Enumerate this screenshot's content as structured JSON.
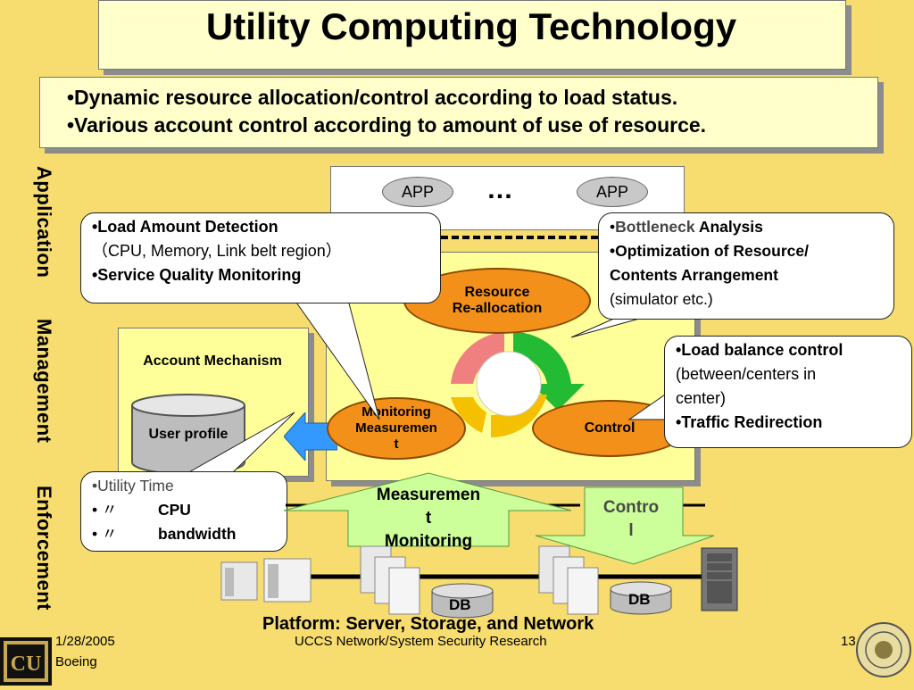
{
  "title": "Utility Computing Technology",
  "top_bullets": [
    "•Dynamic resource allocation/control according to load status.",
    "•Various account control according to amount of use of resource."
  ],
  "side_labels": {
    "application": "Application",
    "management": "Management",
    "enforcement": "Enforcement"
  },
  "app": {
    "left_label": "APP",
    "dots": "…",
    "right_label": "APP"
  },
  "ovals": {
    "resource_line1": "Resource",
    "resource_line2": "Re-allocation",
    "monitoring_line1": "Monitoring",
    "monitoring_line2": "Measuremen",
    "monitoring_line3": "t",
    "control": "Control"
  },
  "account": {
    "mechanism": "Account Mechanism",
    "user_profile": "User profile"
  },
  "callouts": {
    "load": {
      "line1": "•Load Amount Detection",
      "line2": "（CPU, Memory, Link belt region）",
      "line3": "•Service Quality Monitoring"
    },
    "bottleneck": {
      "line1_a": "•",
      "line1_b": "Bottleneck",
      "line1_c": " Analysis",
      "line2": "•Optimization of Resource/",
      "line3": "Contents Arrangement",
      "line4": "(simulator etc.)"
    },
    "balance": {
      "line1": "•Load balance control",
      "line2": "(between/centers in",
      "line3": "center)",
      "line4": "•Traffic Redirection"
    },
    "utility": {
      "line1": "•Utility Time",
      "line2_mark": "• 〃",
      "line2_text": "CPU",
      "line3_mark": "• 〃",
      "line3_text": "bandwidth"
    }
  },
  "arrows": {
    "measure_line1": "Measuremen",
    "measure_line2": "t",
    "measure_line3": "Monitoring",
    "control_line1": "Contro",
    "control_line2": "l"
  },
  "db": {
    "left": "DB",
    "right": "DB"
  },
  "platform": "Platform: Server,  Storage,  and Network",
  "footer": {
    "date": "1/28/2005",
    "org": "Boeing",
    "center": "UCCS Network/System Security Research",
    "page": "13"
  },
  "colors": {
    "background": "#f7dc6f",
    "panel_yellow": "#ffff99",
    "oval_orange": "#f39019",
    "arrow_green": "#ccff99",
    "cycle_red": "#f08080",
    "cycle_green": "#22bb33",
    "cycle_yellow": "#f5c000",
    "cycle_blue": "#3399ff"
  }
}
